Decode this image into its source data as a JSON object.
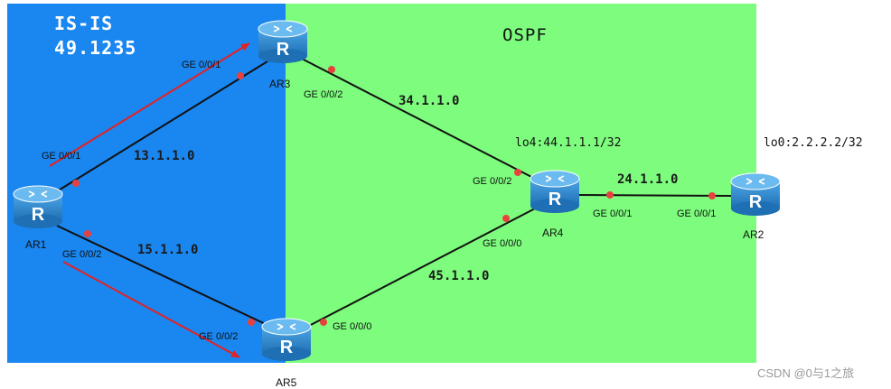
{
  "colors": {
    "isis_area": "#1a86f0",
    "ospf_area": "#7dfc7d",
    "link": "#111111",
    "interface_dot": "#e8413d",
    "arrow": "#e32222",
    "router_body": "#2f84c8",
    "router_top": "#5fb2ea"
  },
  "areas": {
    "isis": {
      "title": "IS-IS",
      "area_id": "49.1235"
    },
    "ospf": {
      "title": "OSPF"
    }
  },
  "routers": {
    "ar1": {
      "name": "AR1",
      "icon": "router-icon",
      "glyph": "R"
    },
    "ar2": {
      "name": "AR2",
      "icon": "router-icon",
      "glyph": "R"
    },
    "ar3": {
      "name": "AR3",
      "icon": "router-icon",
      "glyph": "R"
    },
    "ar4": {
      "name": "AR4",
      "icon": "router-icon",
      "glyph": "R"
    },
    "ar5": {
      "name": "AR5",
      "icon": "router-icon",
      "glyph": "R"
    }
  },
  "links": {
    "ar1_ar3": {
      "network": "13.1.1.0",
      "if_a": "GE 0/0/1",
      "if_b": "GE 0/0/1"
    },
    "ar1_ar5": {
      "network": "15.1.1.0",
      "if_a": "GE 0/0/2",
      "if_b": "GE 0/0/2"
    },
    "ar3_ar4": {
      "network": "34.1.1.0",
      "if_a": "GE 0/0/2",
      "if_b": "GE 0/0/2"
    },
    "ar5_ar4": {
      "network": "45.1.1.0",
      "if_a": "GE 0/0/0",
      "if_b": "GE 0/0/0"
    },
    "ar4_ar2": {
      "network": "24.1.1.0",
      "if_a": "GE 0/0/1",
      "if_b": "GE 0/0/1"
    }
  },
  "loopbacks": {
    "ar4": "lo4:44.1.1.1/32",
    "ar2": "lo0:2.2.2.2/32"
  },
  "watermark": "CSDN @0与1之旅"
}
